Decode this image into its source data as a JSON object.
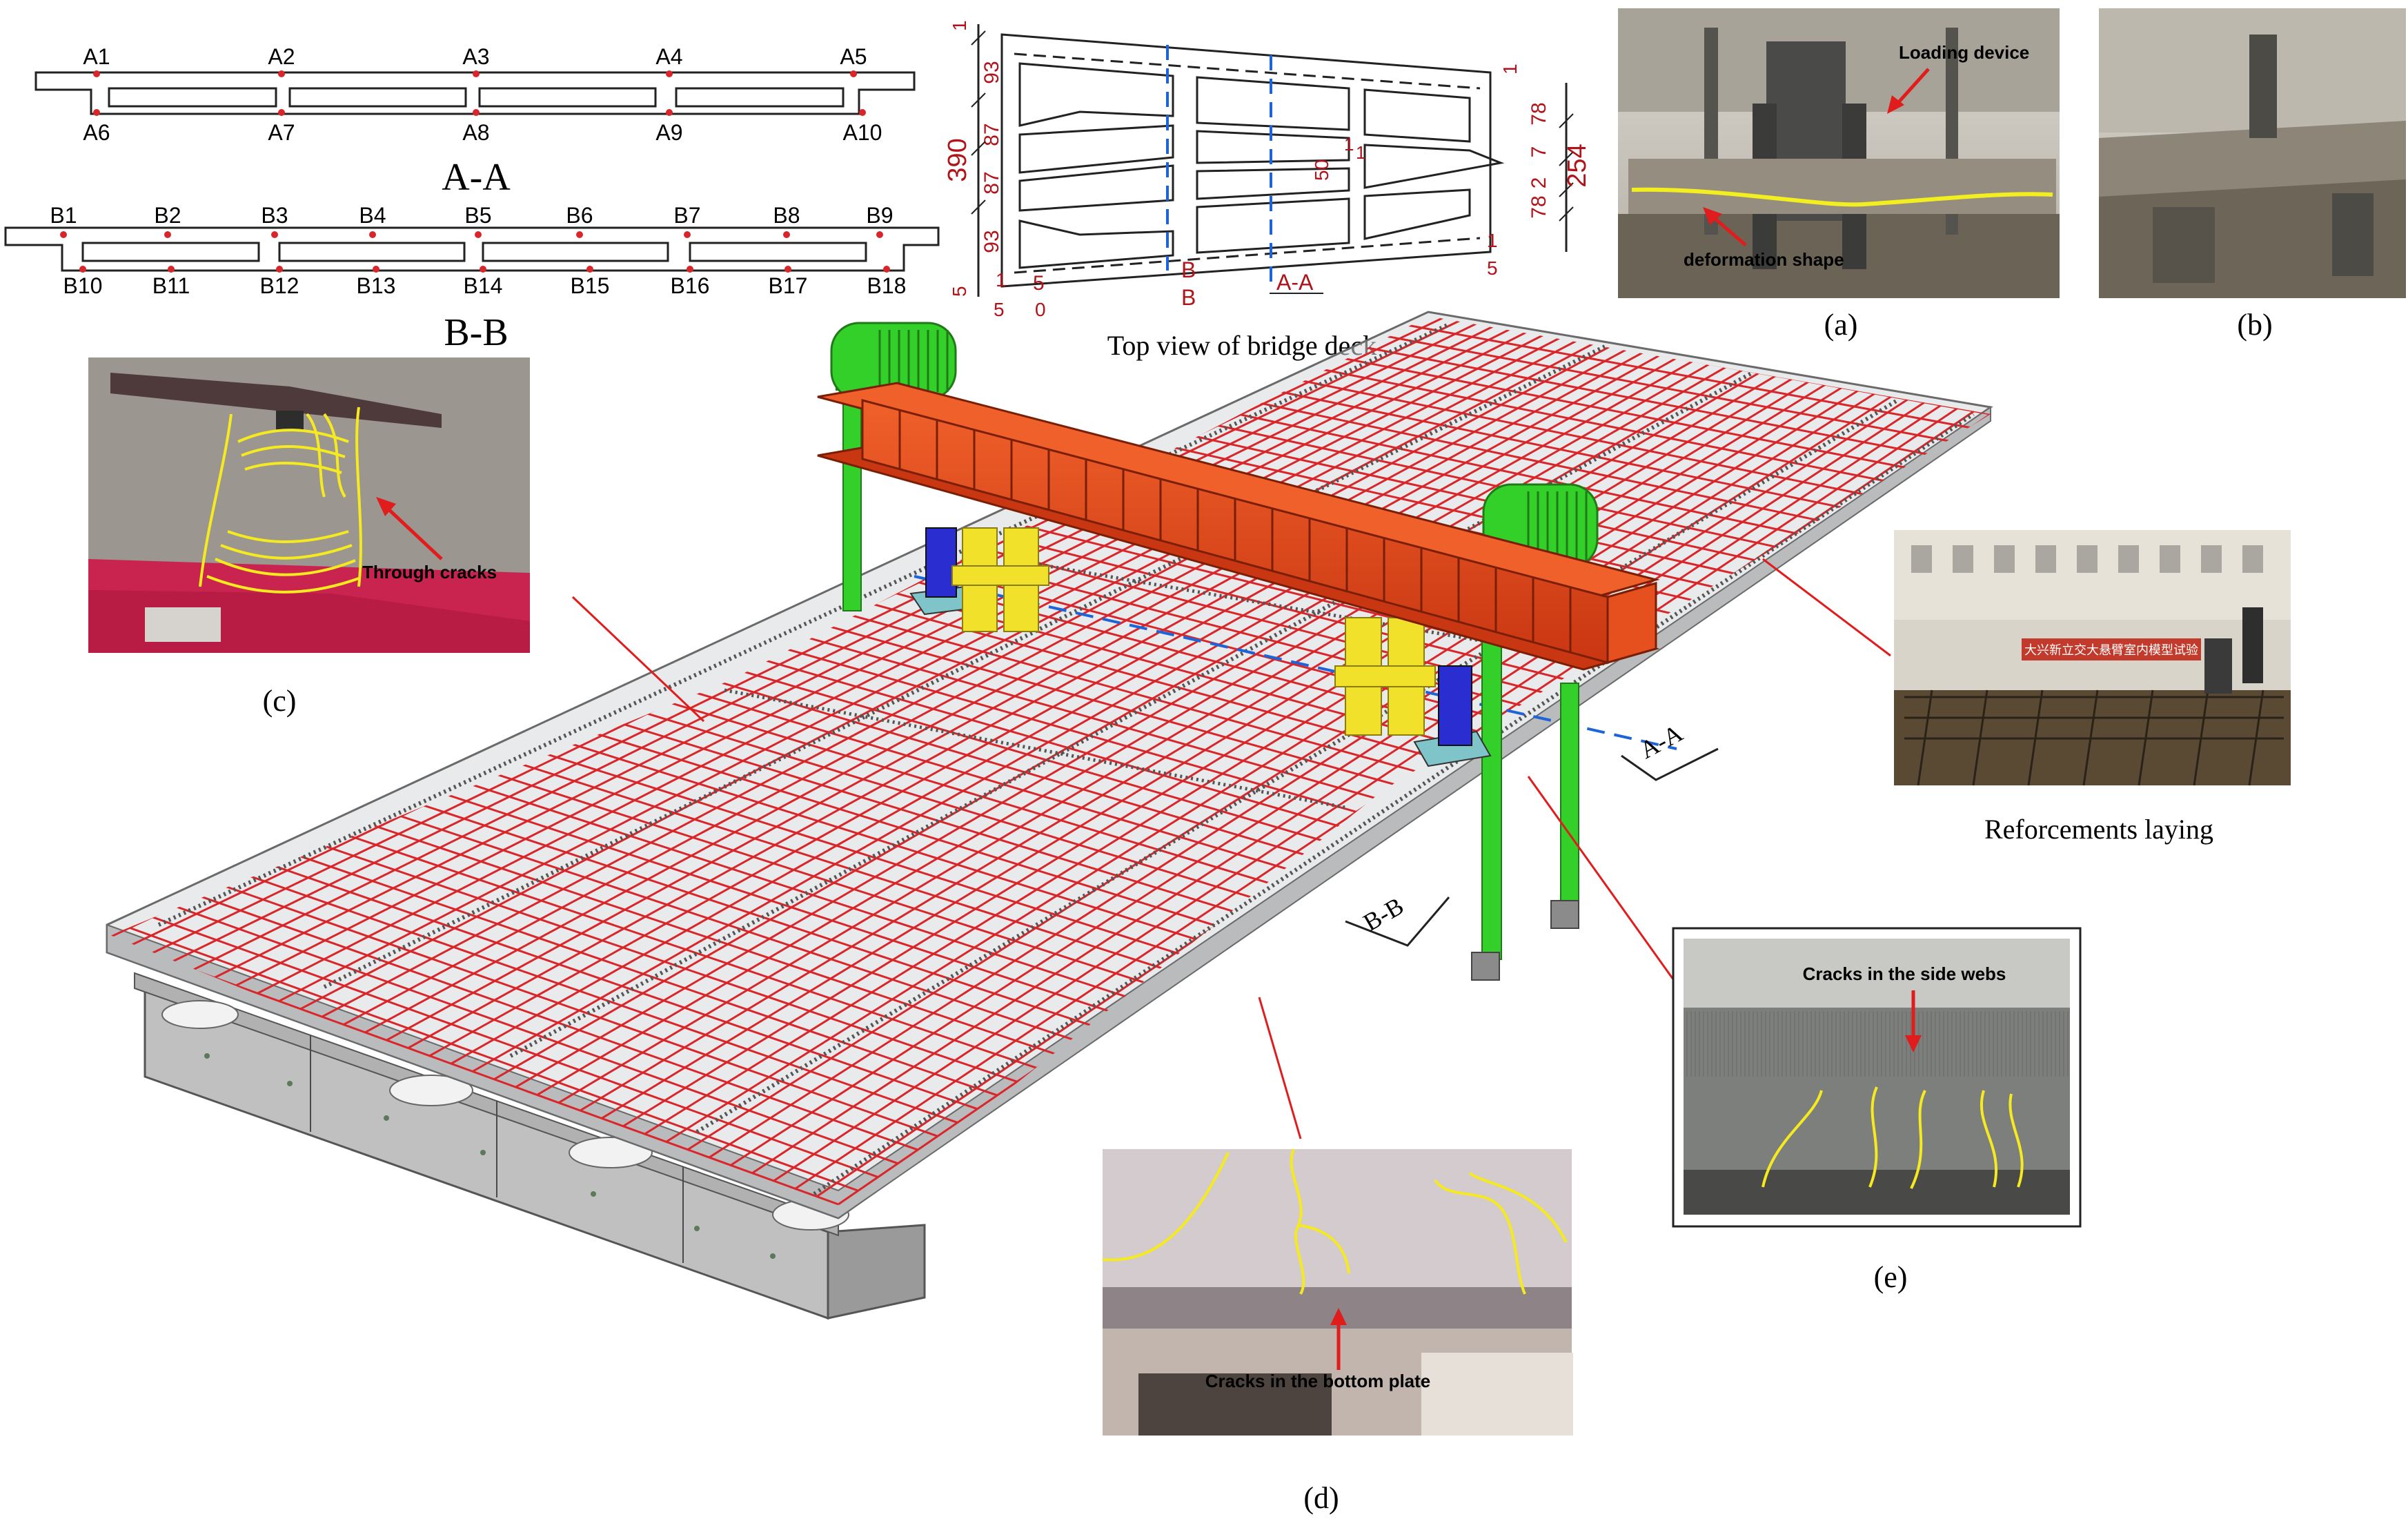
{
  "section_aa": {
    "title": "A-A",
    "top_points": [
      "A1",
      "A2",
      "A3",
      "A4",
      "A5"
    ],
    "bottom_points": [
      "A6",
      "A7",
      "A8",
      "A9",
      "A10"
    ]
  },
  "section_bb": {
    "title": "B-B",
    "top_points": [
      "B1",
      "B2",
      "B3",
      "B4",
      "B5",
      "B6",
      "B7",
      "B8",
      "B9"
    ],
    "bottom_points": [
      "B10",
      "B11",
      "B12",
      "B13",
      "B14",
      "B15",
      "B16",
      "B17",
      "B18"
    ]
  },
  "top_view": {
    "caption": "Top view of bridge deck",
    "left_dims": [
      "93",
      "87",
      "87",
      "93"
    ],
    "left_total": "390",
    "right_dims": [
      "78",
      "7",
      "2",
      "78"
    ],
    "right_total": "254",
    "small_dims": [
      "1",
      "5",
      "5",
      "0",
      "1",
      "5",
      "1",
      "1",
      "5"
    ],
    "section_b_label": "B",
    "section_b_label_2": "B",
    "section_a_label": "A-A",
    "web_dims": [
      "50",
      "1",
      "1"
    ]
  },
  "photo_a": {
    "caption": "(a)",
    "loading_label": "Loading device",
    "deformation_label": "deformation shape"
  },
  "photo_b": {
    "caption": "(b)"
  },
  "photo_c": {
    "caption": "(c)",
    "label": "Through cracks"
  },
  "photo_d": {
    "caption": "(d)",
    "label": "Cracks in the bottom plate"
  },
  "photo_e": {
    "caption": "(e)",
    "label": "Cracks in the side webs"
  },
  "photo_r": {
    "caption": "Reforcements laying",
    "banner": "大兴新立交大悬臂室内模型试验"
  },
  "model": {
    "aa_marker": "A-A",
    "bb_marker": "B-B"
  },
  "colors": {
    "rebar": "#d8262a",
    "beam": "#e0461c",
    "columns": "#34d02a",
    "jacks": "#f1e12a",
    "cylinders": "#2a2ed0",
    "dimension_red": "#b0131a",
    "section_line": "#1d64d8"
  }
}
